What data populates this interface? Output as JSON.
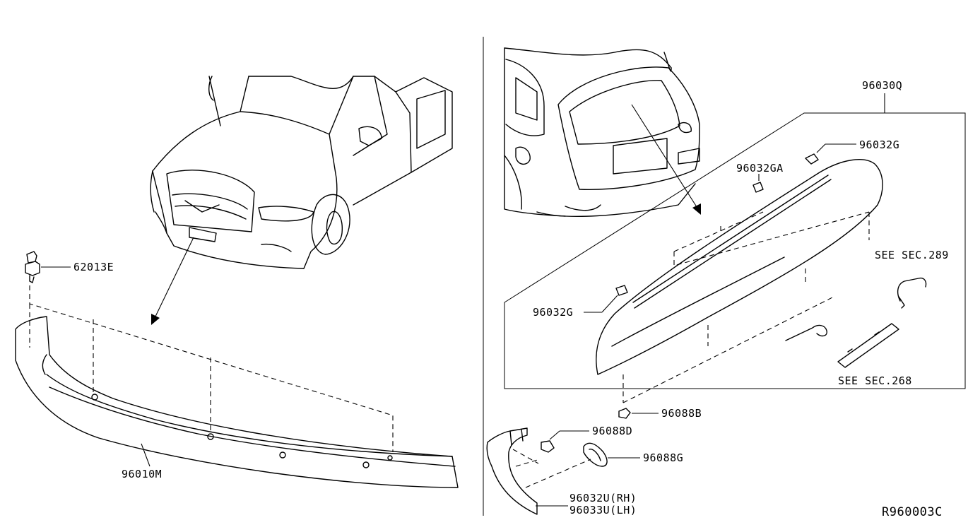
{
  "diagram": {
    "drawing_code": "R960003C",
    "left_panel": {
      "labels": {
        "clip": "62013E",
        "front_spoiler": "96010M"
      }
    },
    "right_panel": {
      "labels": {
        "rear_spoiler_assy": "96030Q",
        "clip_g_top": "96032G",
        "clip_ga": "96032GA",
        "clip_g_left": "96032G",
        "nut_b": "96088B",
        "clip_d": "96088D",
        "grommet_g": "96088G",
        "side_spoiler_rh": "96032U(RH)",
        "side_spoiler_lh": "96033U(LH)",
        "see_sec_289": "SEE SEC.289",
        "see_sec_268": "SEE SEC.268"
      }
    }
  }
}
